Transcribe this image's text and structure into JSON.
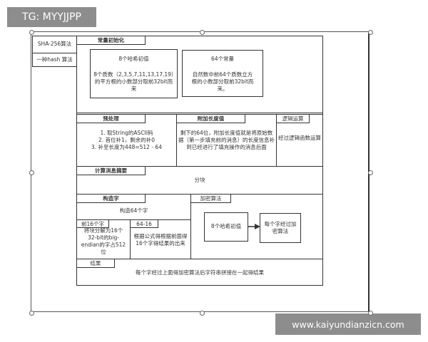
{
  "watermark_top": "TG: MYYJJPP",
  "watermark_bottom": "www.kaiyundianzicn.com",
  "left": {
    "title": "SHA-256算法",
    "subtitle": "一种hash 算法"
  },
  "init": {
    "tab": "常量初始化",
    "box1": {
      "title": "8个哈希初值",
      "text": "8个质数（2,3,5,7,11,13,17,19）的平方根的小数部分取前32bit而来"
    },
    "box2": {
      "title": "64个常量",
      "text": "自然数中前64个质数立方根的小数部分取前32bit而来。"
    }
  },
  "pre": {
    "tab": "预处理",
    "lines": [
      "1. 取String的ASCII码",
      "2. 首位补1，剩余的补0",
      "3. 补至长度为448=512 - 64"
    ]
  },
  "append": {
    "tab": "附加长度值",
    "text": "剩下的64位，附加长度值就是将原始数据（第一步填充前的消息）的长度信息补到已经进行了填充操作的消息后面"
  },
  "logic": {
    "tab": "逻辑运算",
    "text": "经过逻辑函数运算"
  },
  "digest": {
    "tab": "计算消息摘要",
    "text": "分块"
  },
  "words": {
    "tab": "构造字",
    "text": "构造64个字",
    "first": {
      "tab": "前16个字",
      "text": "将块分解为16个32-bit的big-endian的字占512位"
    },
    "rest": {
      "tab": "64-16",
      "text": "根据公式得根据前面得16个字得结果的出来"
    }
  },
  "encrypt": {
    "tab": "加密算法",
    "box1": "8个哈希初值",
    "box2": "每个字经过加密算法"
  },
  "result": {
    "tab": "结果",
    "text": "每个字经过上面得加密算法后字符串拼接在一起得结果"
  }
}
